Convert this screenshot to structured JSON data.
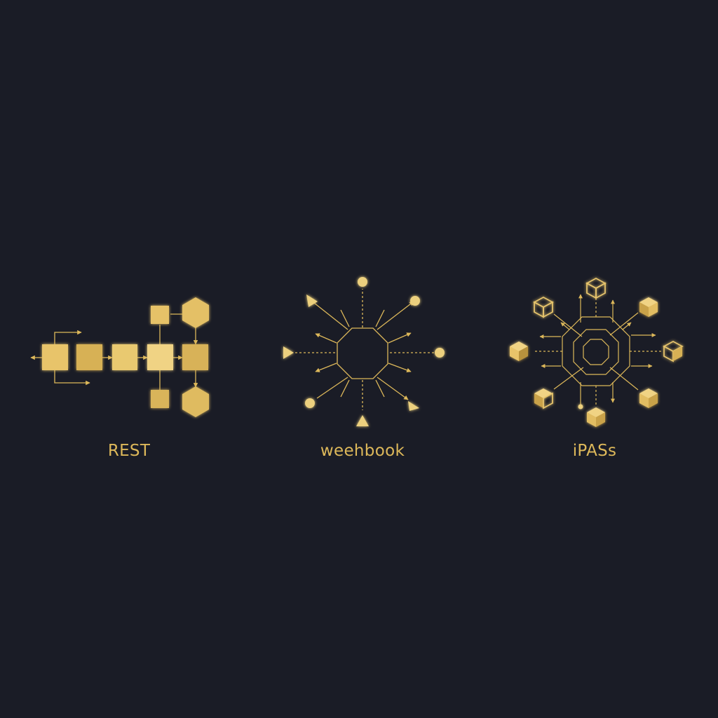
{
  "background": "#1a1c26",
  "accent": "#ddb85a",
  "accent_light": "#ecd07e",
  "panels": [
    {
      "id": "rest",
      "label": "REST",
      "icon": "rest-flow-icon"
    },
    {
      "id": "webhook",
      "label": "weehbook",
      "icon": "webhook-hub-icon"
    },
    {
      "id": "ipaas",
      "label": "iPASs",
      "icon": "ipaas-mesh-icon"
    }
  ]
}
